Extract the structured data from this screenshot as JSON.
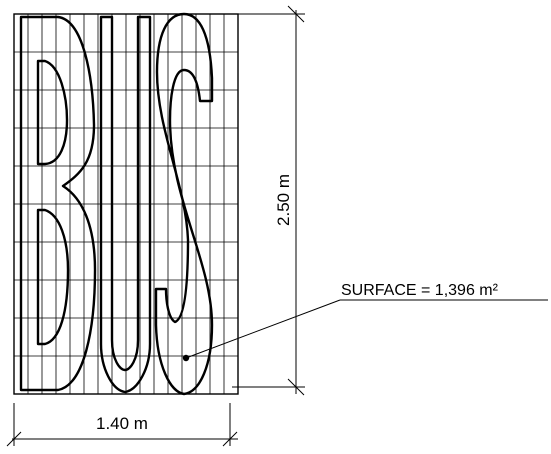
{
  "dimensions": {
    "width_label": "1.40 m",
    "height_label": "2.50 m"
  },
  "annotation": {
    "surface_label": "SURFACE = 1,396 m²"
  },
  "letters": {
    "word": "BUS"
  },
  "grid": {
    "columns": 16,
    "rows": 10
  },
  "colors": {
    "line": "#000000",
    "background": "#ffffff"
  }
}
